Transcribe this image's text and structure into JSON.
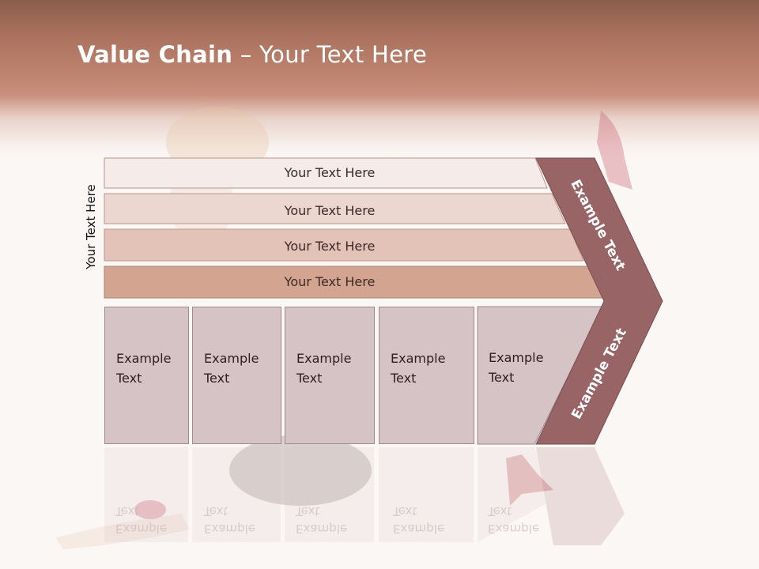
{
  "title": {
    "bold": "Value Chain",
    "rest": " – Your Text Here"
  },
  "side_label": "Your Text Here",
  "bars": [
    {
      "label": "Your Text Here"
    },
    {
      "label": "Your Text Here"
    },
    {
      "label": "Your Text Here"
    },
    {
      "label": "Your Text Here"
    }
  ],
  "boxes": [
    {
      "line1": "Example",
      "line2": "Text"
    },
    {
      "line1": "Example",
      "line2": "Text"
    },
    {
      "line1": "Example",
      "line2": "Text"
    },
    {
      "line1": "Example",
      "line2": "Text"
    },
    {
      "line1": "Example",
      "line2": "Text"
    }
  ],
  "chevron": {
    "upper": "Example Text",
    "lower": "Example Text"
  },
  "colors": {
    "bar1": "#f5ebe8",
    "bar2": "#ecd7d0",
    "bar3": "#e3c2b7",
    "bar4": "#d3a48f",
    "box": "#d6c3c5",
    "chevron": "#996466"
  }
}
